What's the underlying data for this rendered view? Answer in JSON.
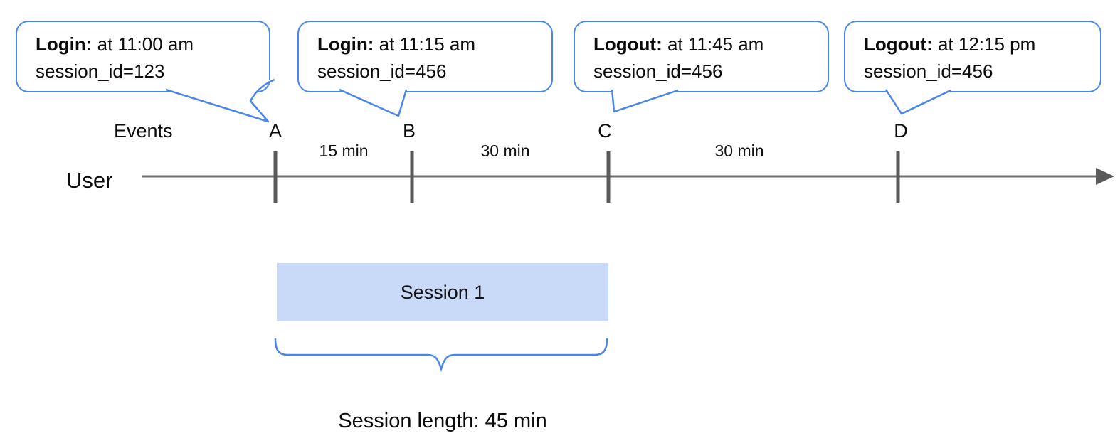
{
  "callouts": [
    {
      "title": "Login:",
      "detail": " at 11:00 am",
      "session": "session_id=123"
    },
    {
      "title": "Login:",
      "detail": " at 11:15 am",
      "session": "session_id=456"
    },
    {
      "title": "Logout:",
      "detail": " at 11:45 am",
      "session": "session_id=456"
    },
    {
      "title": "Logout:",
      "detail": " at 12:15 pm",
      "session": "session_id=456"
    }
  ],
  "timeline": {
    "events_label": "Events",
    "user_label": "User",
    "events": [
      "A",
      "B",
      "C",
      "D"
    ],
    "intervals": [
      "15 min",
      "30 min",
      "30 min"
    ]
  },
  "session": {
    "box_label": "Session 1",
    "length_label": "Session length: 45 min"
  },
  "colors": {
    "accent_blue": "#4a86e8",
    "session_fill": "#c9daf8",
    "line_gray": "#6e6e6e"
  }
}
